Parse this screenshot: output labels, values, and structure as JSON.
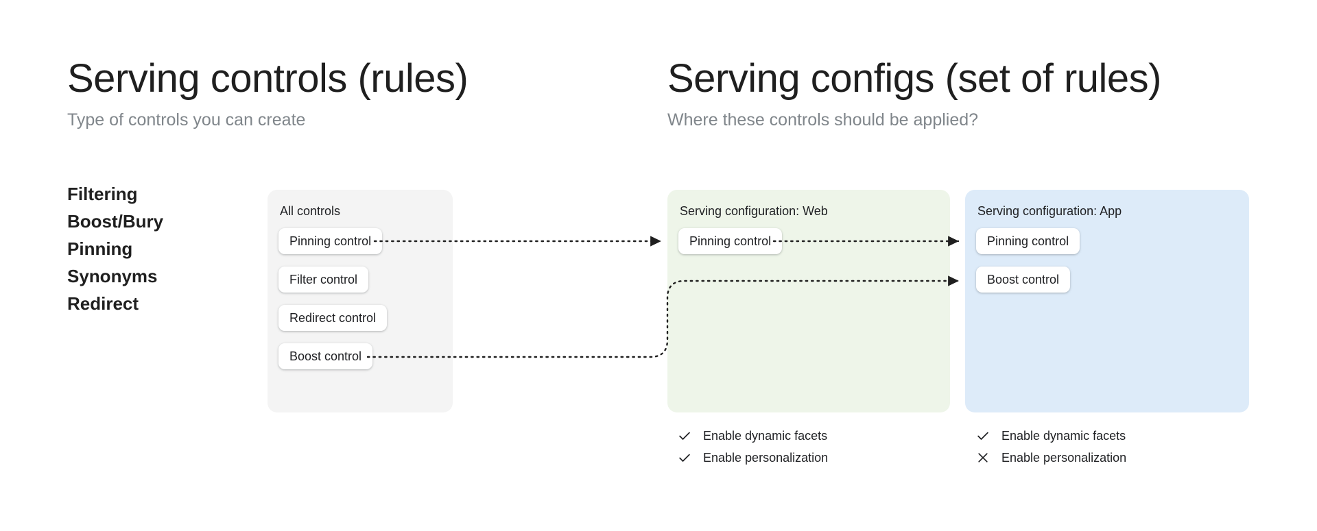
{
  "left_column": {
    "title": "Serving controls (rules)",
    "subtitle": "Type of controls you can create",
    "control_types": [
      {
        "label": "Filtering"
      },
      {
        "label": "Boost/Bury"
      },
      {
        "label": "Pinning"
      },
      {
        "label": "Synonyms"
      },
      {
        "label": "Redirect"
      }
    ]
  },
  "right_column": {
    "title": "Serving configs (set of rules)",
    "subtitle": "Where these controls should be applied?"
  },
  "panels": {
    "all_controls": {
      "title": "All controls",
      "background": "#f4f4f4",
      "chips": [
        {
          "label": "Pinning control"
        },
        {
          "label": "Filter control"
        },
        {
          "label": "Redirect control"
        },
        {
          "label": "Boost control"
        }
      ]
    },
    "config_web": {
      "title": "Serving configuration: Web",
      "background": "#eef5e9",
      "chips": [
        {
          "label": "Pinning control"
        }
      ],
      "options": [
        {
          "label": "Enable dynamic facets",
          "icon": "check-icon",
          "state": "enabled"
        },
        {
          "label": "Enable personalization",
          "icon": "check-icon",
          "state": "enabled"
        }
      ]
    },
    "config_app": {
      "title": "Serving configuration: App",
      "background": "#ddebf9",
      "chips": [
        {
          "label": "Pinning control"
        },
        {
          "label": "Boost control"
        }
      ],
      "options": [
        {
          "label": "Enable dynamic facets",
          "icon": "check-icon",
          "state": "enabled"
        },
        {
          "label": "Enable personalization",
          "icon": "close-icon",
          "state": "disabled"
        }
      ]
    }
  },
  "connectors": [
    {
      "name": "pinning-all-to-web",
      "from": "All controls / Pinning control",
      "to": "Serving configuration: Web / Pinning control",
      "style": "dotted-arrow"
    },
    {
      "name": "pinning-web-to-app",
      "from": "Serving configuration: Web / Pinning control",
      "to": "Serving configuration: App / Pinning control",
      "style": "dotted-arrow"
    },
    {
      "name": "boost-all-to-app",
      "from": "All controls / Boost control",
      "to": "Serving configuration: App / Boost control",
      "style": "dotted-arrow-elbow"
    }
  ],
  "colors": {
    "text_primary": "#202124",
    "text_muted": "#80868b",
    "panel_gray": "#f4f4f4",
    "panel_green": "#eef5e9",
    "panel_blue": "#ddebf9",
    "connector": "#1f1f1f"
  }
}
